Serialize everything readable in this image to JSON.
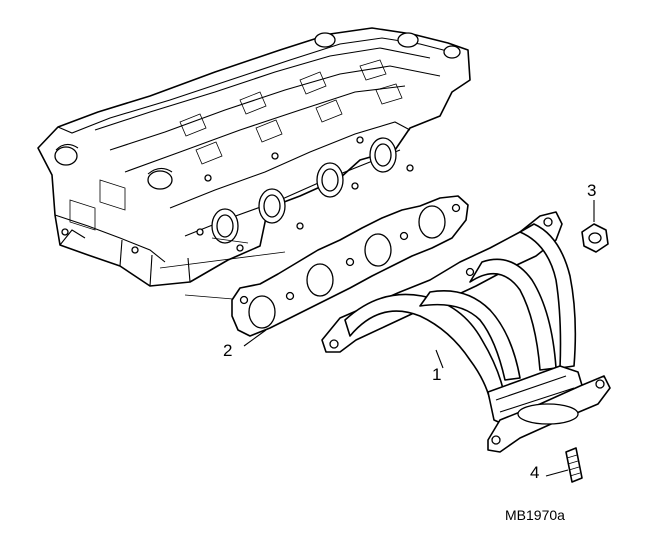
{
  "callouts": {
    "c1": "1",
    "c2": "2",
    "c3": "3",
    "c4": "4"
  },
  "reference_code": "MB1970a",
  "parts": {
    "p1": "exhaust-manifold",
    "p2": "manifold-gasket",
    "p3": "nut",
    "p4": "stud",
    "head": "cylinder-head"
  }
}
